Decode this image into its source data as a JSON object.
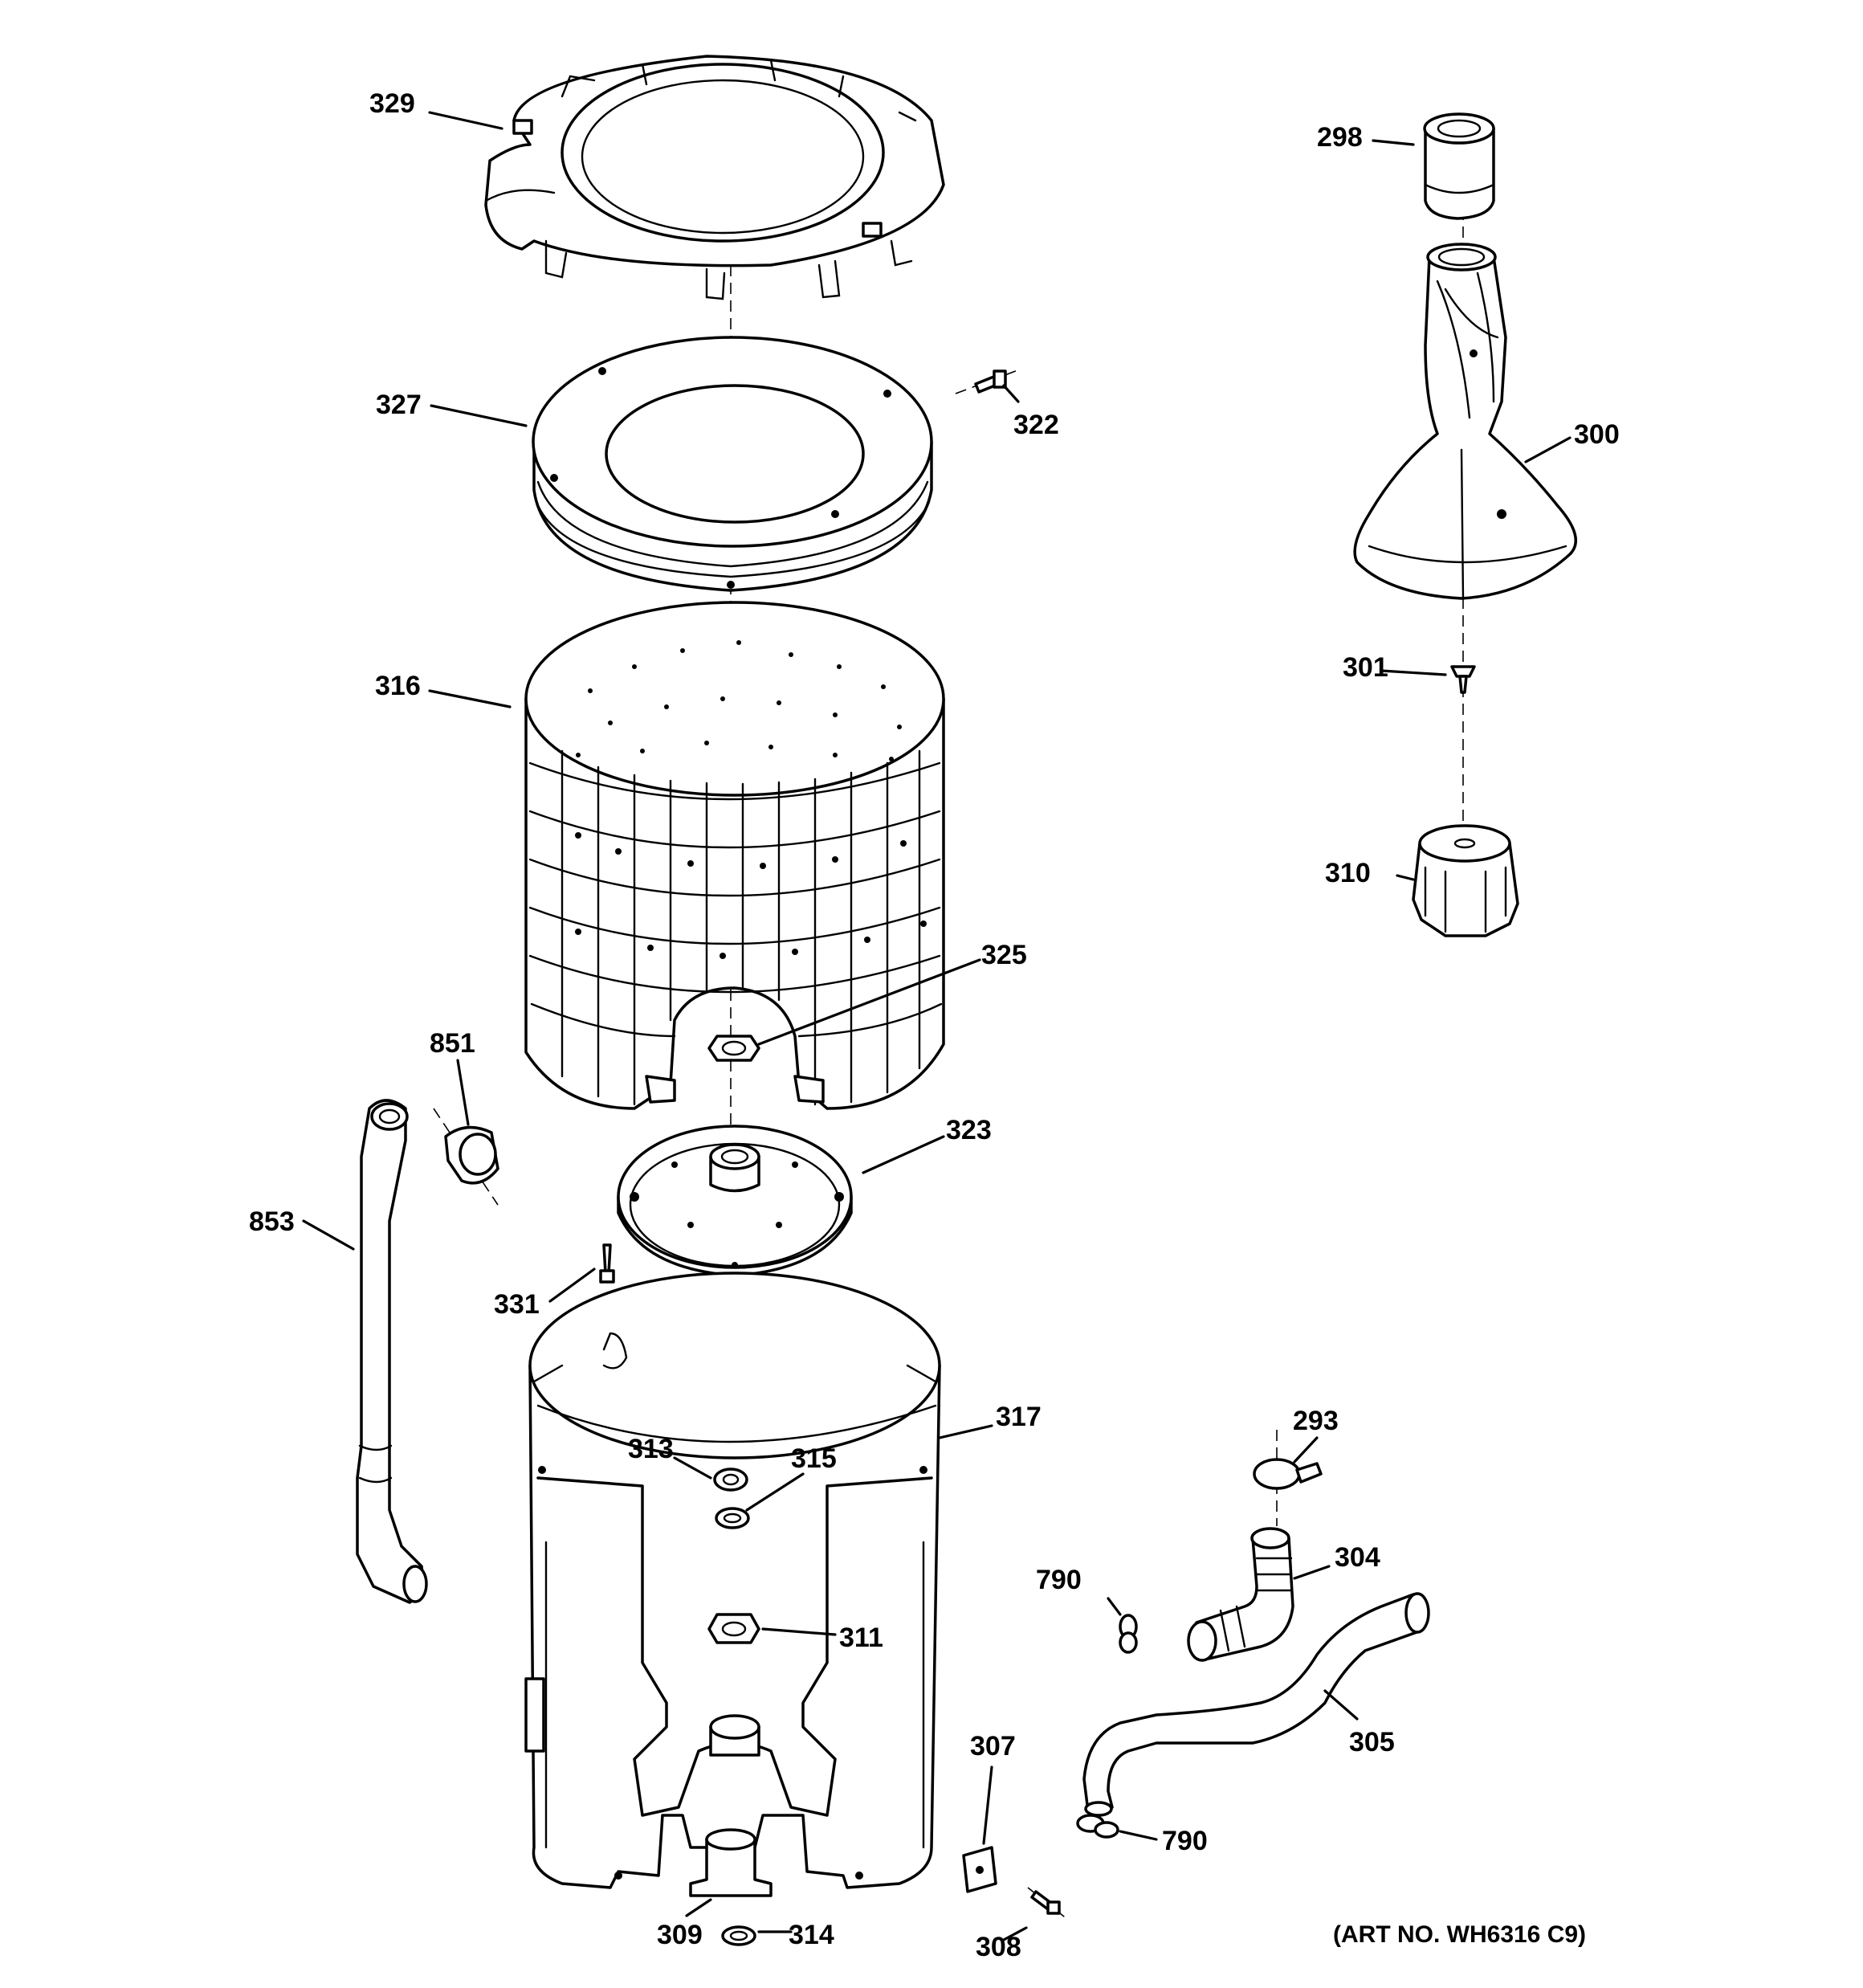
{
  "callouts": {
    "c329": "329",
    "c327": "327",
    "c322": "322",
    "c316": "316",
    "c325": "325",
    "c851": "851",
    "c323": "323",
    "c853": "853",
    "c331": "331",
    "c317": "317",
    "c313": "313",
    "c315": "315",
    "c311": "311",
    "c309": "309",
    "c314": "314",
    "c307": "307",
    "c308": "308",
    "c790a": "790",
    "c790b": "790",
    "c293": "293",
    "c304": "304",
    "c305": "305",
    "c298": "298",
    "c300": "300",
    "c301": "301",
    "c310": "310"
  },
  "art_number": "(ART NO. WH6316 C9)",
  "icons": {
    "outer_tub_cover": "ring-cover-icon",
    "balance_ring": "balance-ring-icon",
    "wash_basket": "basket-icon",
    "hub": "hub-icon",
    "outer_tub": "outer-tub-icon",
    "agitator": "agitator-icon",
    "drain_hose": "hose-icon",
    "clamp": "clamp-icon",
    "screw": "screw-icon"
  }
}
